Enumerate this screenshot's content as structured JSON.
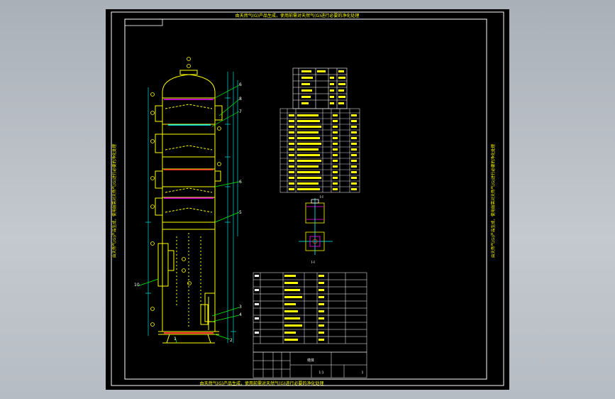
{
  "drawing": {
    "title_top": "由天然气(G)产品生成，使用前需对天然气(G)进行必要的净化处理",
    "title_bottom": "由天然气(G)产品生成，使用前需对天然气(G)进行必要的净化处理",
    "side_left": "由天然气(G)产品生成，使用前需对天然气(G)进行必要的净化处理",
    "side_right": "由天然气(G)产品生成，使用前需对天然气(G)进行必要的净化处理",
    "balloons": [
      "6",
      "8",
      "7",
      "6",
      "5",
      "10",
      "3",
      "4",
      "2",
      "1"
    ],
    "detail_label_a": "I-I",
    "detail_label_b": "I-I"
  },
  "colors": {
    "background": "#000000",
    "frame": "#ffffff",
    "vessel": "#ffff00",
    "leaders": "#00ff00",
    "dims": "#00ffff",
    "accent": "#ff00ff",
    "hatch": "#ff3030"
  },
  "title_block": {
    "drawing_name": "塔体",
    "scale": "1:1",
    "sheet": "1"
  }
}
